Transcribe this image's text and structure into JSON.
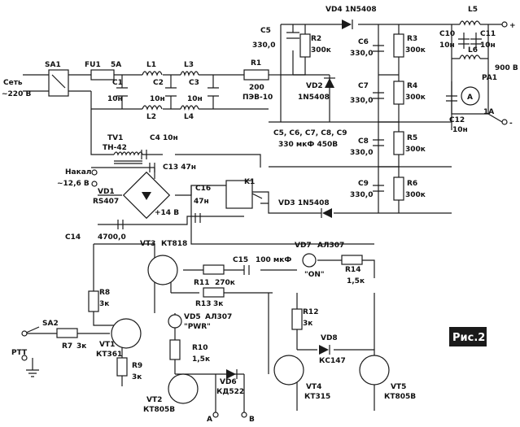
{
  "labels": {
    "vd4": "VD4 1N5408",
    "l5": "L5",
    "c5": "C5",
    "c5_val": "330,0",
    "r2": "R2",
    "r2_val": "300к",
    "c6": "C6",
    "c6_val": "330,0",
    "r3": "R3",
    "r3_val": "300к",
    "c10": "C10",
    "c10_val": "10н",
    "c11": "C11",
    "c11_val": "10н",
    "l6": "L6",
    "output_voltage": "900 В",
    "pa1": "PA1",
    "pa1_symbol": "A",
    "pa1_range": "1A",
    "plus": "+",
    "minus": "-",
    "c12": "C12",
    "c12_val": "10н",
    "sa1": "SA1",
    "fu1": "FU1",
    "fu1_val": "5A",
    "l1": "L1",
    "l3": "L3",
    "c1": "C1",
    "c1_val": "10н",
    "c2": "C2",
    "c2_val": "10н",
    "c3": "C3",
    "c3_val": "10н",
    "l2": "L2",
    "l4": "L4",
    "r1": "R1",
    "r1_val": "200",
    "r1_type": "ПЭВ-10",
    "vd2": "VD2",
    "vd2_type": "1N5408",
    "c7": "C7",
    "c7_val": "330,0",
    "r4": "R4",
    "r4_val": "300к",
    "caps_note": "C5, C6, C7, C8, C9",
    "caps_note_val": "330 мкФ 450В",
    "c8": "C8",
    "c8_val": "330,0",
    "r5": "R5",
    "r5_val": "300к",
    "c9": "C9",
    "c9_val": "330,0",
    "r6": "R6",
    "r6_val": "300к",
    "vd3": "VD3 1N5408",
    "tv1": "TV1",
    "tv1_type": "ТН-42",
    "c4": "C4 10н",
    "c13": "C13 47н",
    "heater": "Накал",
    "heater_val": "~12,6 В",
    "vd1": "VD1",
    "vd1_type": "RS407",
    "plus14": "+14 В",
    "c14": "C14",
    "c14_val": "4700,0",
    "c16": "C16",
    "c16_val": "47н",
    "k1": "K1",
    "vt3": "VT3",
    "vt3_type": "КТ818",
    "vd7": "VD7",
    "vd7_type": "АЛ307",
    "on": "\"ON\"",
    "c15": "C15",
    "c15_val": "100 мкФ",
    "r14": "R14",
    "r14_val": "1,5к",
    "r11": "R11",
    "r11_val": "270к",
    "r13": "R13",
    "r13_val": "3к",
    "r8": "R8",
    "r8_val": "3к",
    "vd5": "VD5",
    "vd5_type": "АЛ307",
    "pwr": "\"PWR\"",
    "r12": "R12",
    "r12_val": "3к",
    "sa2": "SA2",
    "vt1": "VT1",
    "vt1_type": "КТ361",
    "r7": "R7",
    "r7_val": "3к",
    "r10": "R10",
    "r10_val": "1,5к",
    "vd8": "VD8",
    "vd8_type": "КС147",
    "ptt": "PTT",
    "r9": "R9",
    "r9_val": "3к",
    "vd6": "VD6",
    "vd6_type": "КД522",
    "vt4": "VT4",
    "vt4_type": "КТ315",
    "vt5": "VT5",
    "vt5_type": "КТ805В",
    "vt2": "VT2",
    "vt2_type": "КТ805В",
    "terminal_a": "A",
    "terminal_b": "B",
    "mains": "Сеть",
    "mains_voltage": "~220 В",
    "figure": "Рис.2"
  },
  "colors": {
    "ink": "#1a1a1a",
    "background": "#ffffff"
  }
}
